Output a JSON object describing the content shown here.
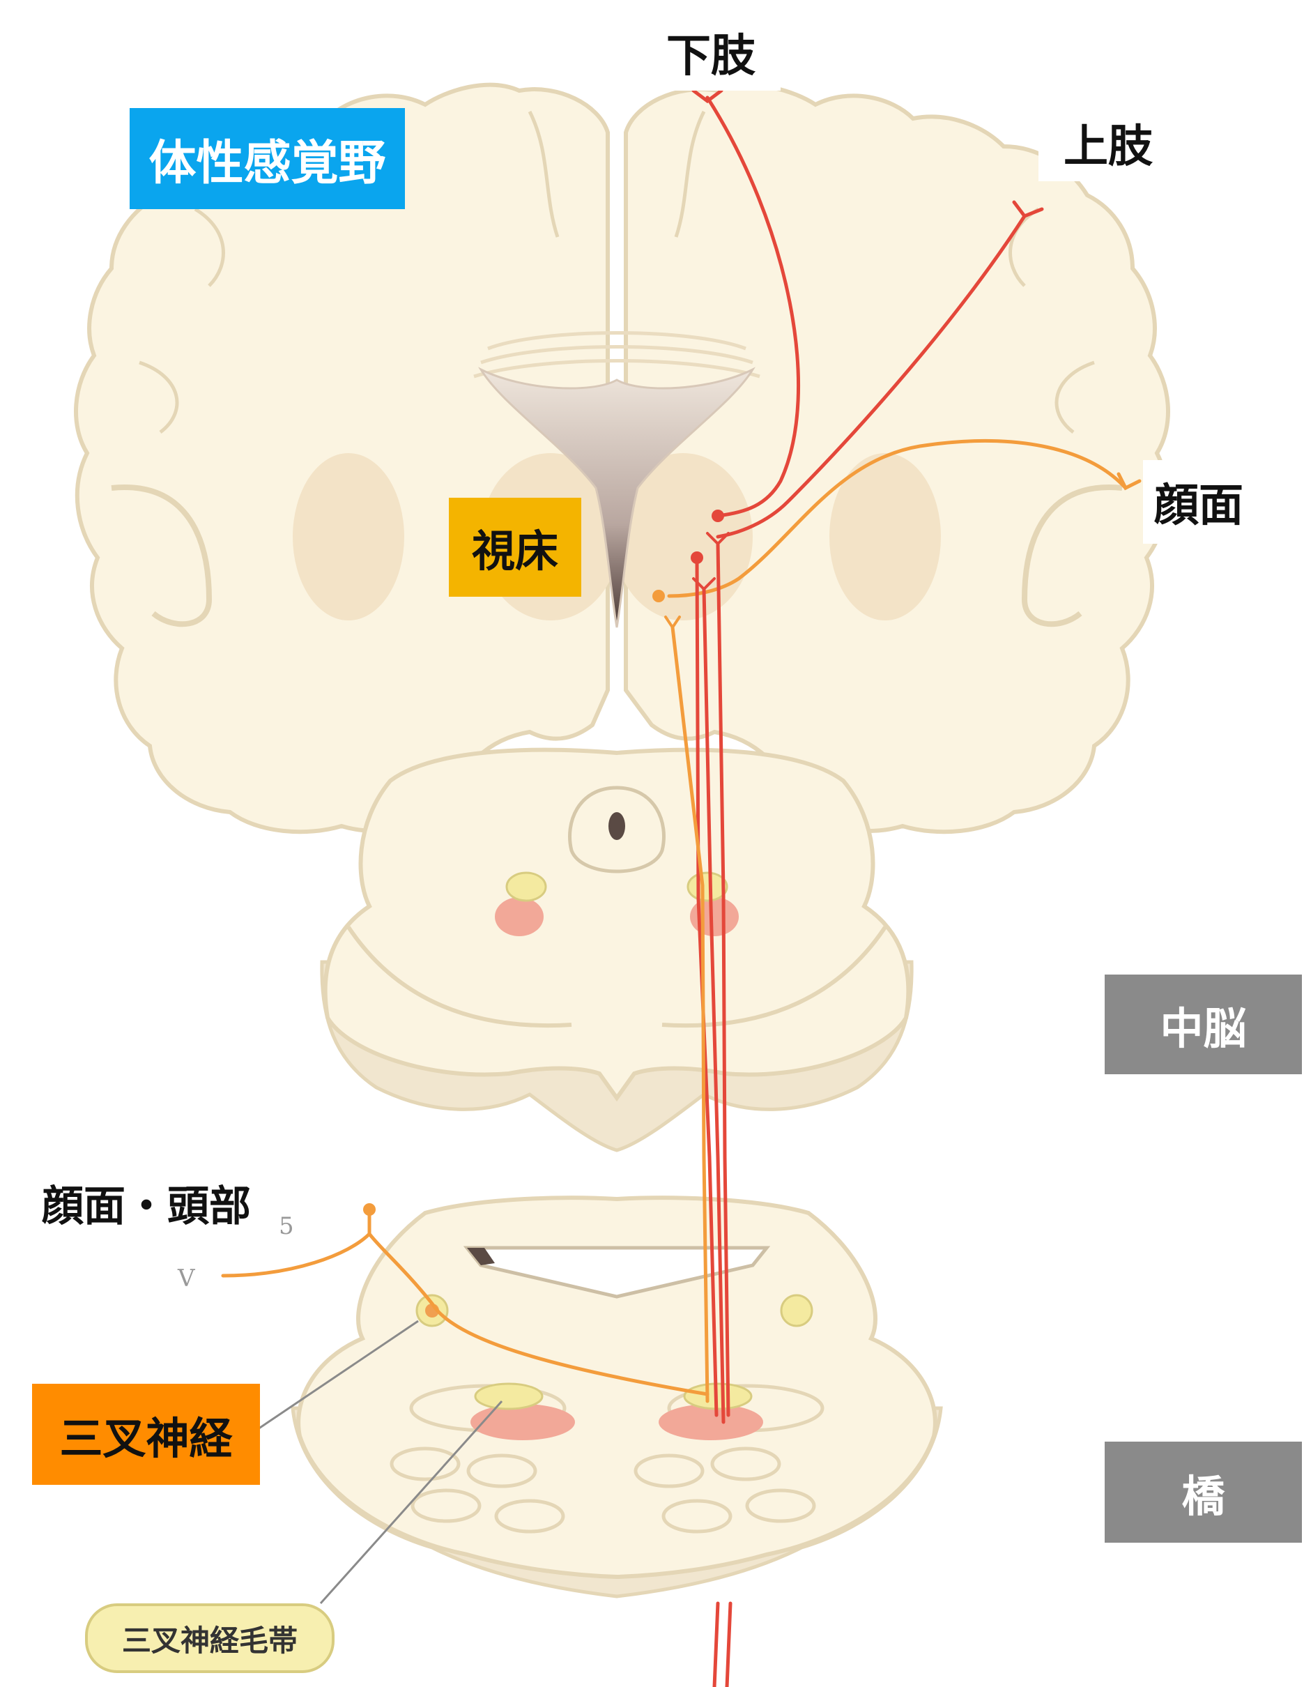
{
  "labels": {
    "lower_limb": "下肢",
    "upper_limb": "上肢",
    "face_right": "顔面",
    "somatosensory_area": "体性感覚野",
    "thalamus": "視床",
    "midbrain": "中脳",
    "face_head": "顔面・頭部",
    "trigeminal_nerve": "三叉神経",
    "pons": "橋",
    "trigeminal_lemniscus": "三叉神経毛帯",
    "nerve_v": "V",
    "small_5": "5"
  },
  "colors": {
    "somatosensory_box": "#0aa5ee",
    "thalamus_box": "#f4b400",
    "trigeminal_box": "#ff8c00",
    "gray_box": "#8a8a8a",
    "tissue": "#fbf4e1",
    "tissue_outline": "#e4d6b6",
    "pathway_red": "#e4473a",
    "pathway_orange": "#f39c3c",
    "nucleus_pink": "#f2a898",
    "nucleus_yellow": "#f4eaa0",
    "ventricle_dark": "#5a4a44"
  }
}
